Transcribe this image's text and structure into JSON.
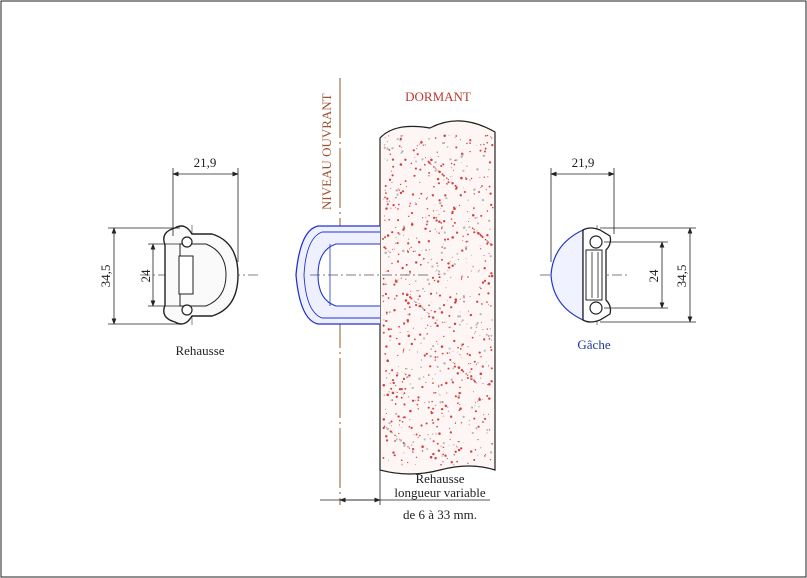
{
  "labels": {
    "dormant": "DORMANT",
    "niveau_ouvrant": "NIVEAU OUVRANT",
    "rehausse_left": "Rehausse",
    "gache": "Gâche",
    "rehausse_bottom": "Rehausse",
    "longueur_variable": "longueur variable",
    "range": "de 6 à 33 mm."
  },
  "dimensions": {
    "left_width": "21,9",
    "left_outer_height": "34,5",
    "left_inner_height": "24",
    "right_width": "21,9",
    "right_outer_height": "34,5",
    "right_inner_height": "24"
  },
  "colors": {
    "dormant_text": "#c0392b",
    "niveau_text": "#a0522d",
    "gache_text": "#1f3a93",
    "part_blue": "#2233cc",
    "speckle": "#d04040",
    "outline": "#222222"
  }
}
